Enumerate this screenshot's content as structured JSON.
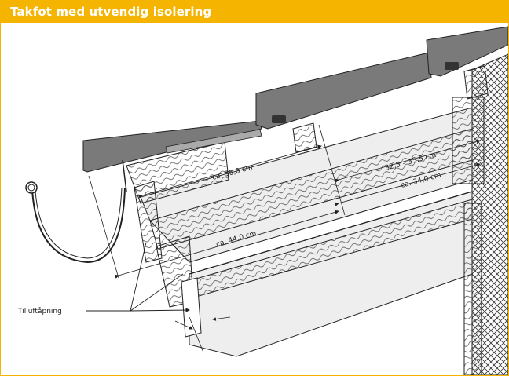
{
  "header": {
    "title": "Takfot med utvendig isolering"
  },
  "dimensions": {
    "tile_overlap": "ca. 36,0 cm",
    "lath_spacing": "32,5 – 35,5 cm",
    "ridge_section": "ca. 34,0 cm",
    "eave_length": "ca. 44,0 cm"
  },
  "labels": {
    "air_inlet": "Tilluftåpning"
  },
  "colors": {
    "accent": "#f5b400",
    "tile": "#7a7a7a",
    "insulation": "#eeeeee",
    "line": "#222222"
  }
}
